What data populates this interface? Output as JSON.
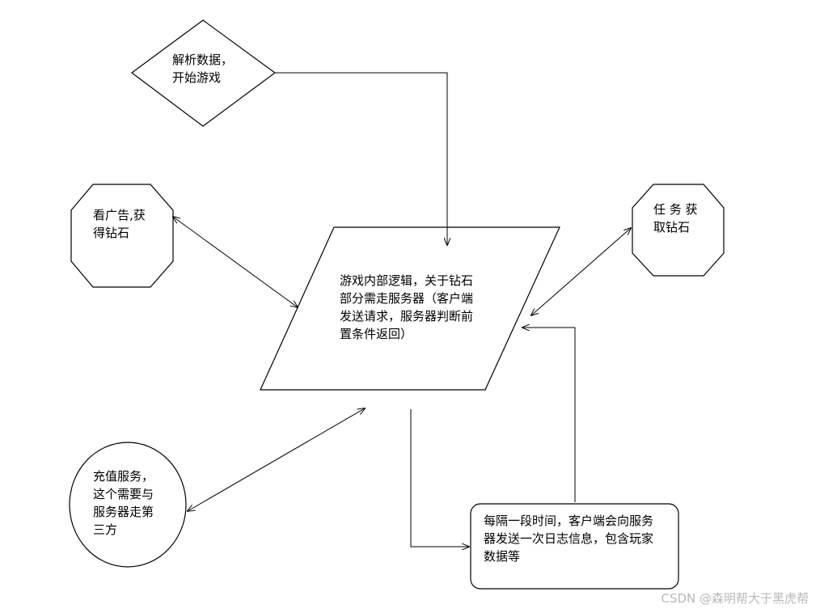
{
  "nodes": {
    "parse": {
      "lines": [
        "解析数据，",
        "开始游戏"
      ]
    },
    "ad": {
      "lines": [
        "看广告,获",
        "得钻石"
      ]
    },
    "task": {
      "lines": [
        "任 务 获",
        "取钻石"
      ]
    },
    "core": {
      "lines": [
        "游戏内部逻辑，关于钻石",
        "部分需走服务器（客户端",
        "发送请求，服务器判断前",
        "置条件返回）"
      ]
    },
    "recharge": {
      "lines": [
        "充值服务，",
        "这个需要与",
        "服务器走第",
        "三方"
      ]
    },
    "log": {
      "lines": [
        "每隔一段时间，客户端会向服务",
        "器发送一次日志信息，包含玩家",
        "数据等"
      ]
    }
  },
  "watermark": "CSDN @森明帮大于黑虎帮",
  "colors": {
    "stroke": "#000000",
    "text": "#000000",
    "background": "#ffffff"
  }
}
